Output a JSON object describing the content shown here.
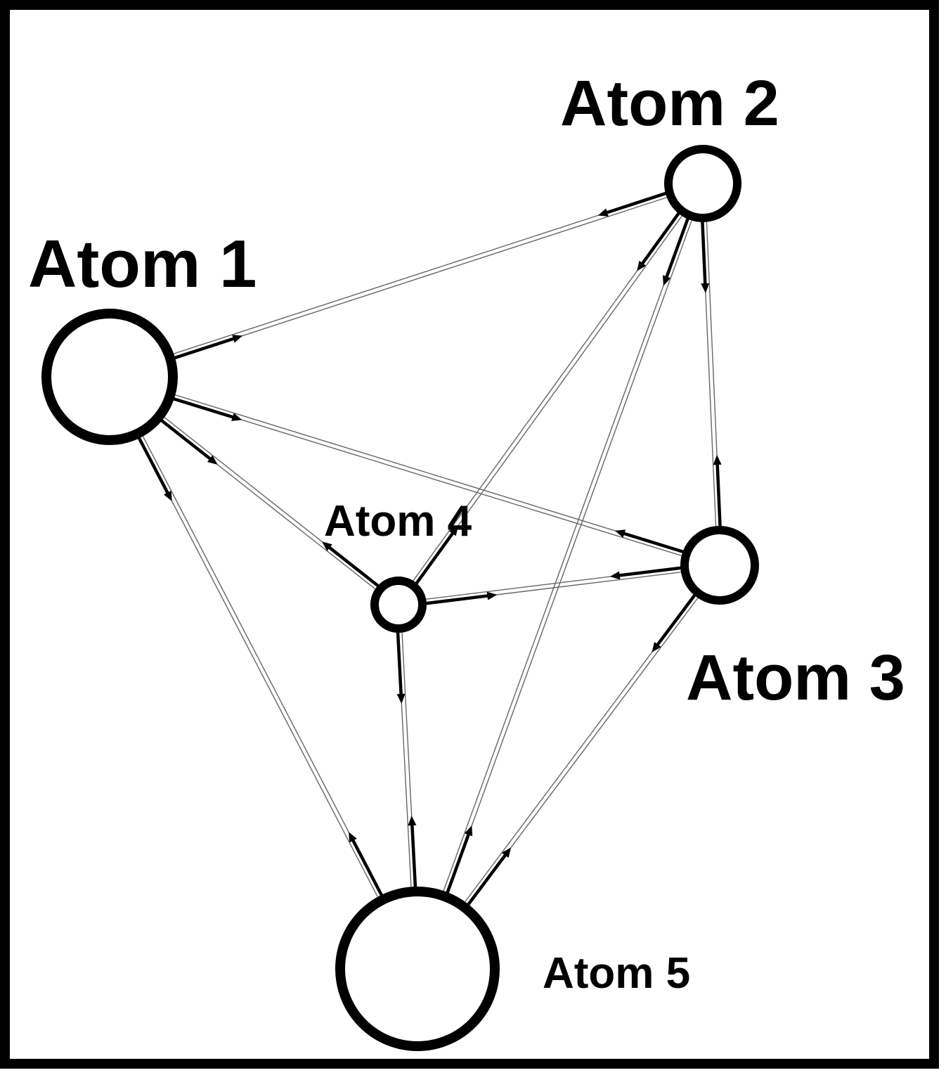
{
  "diagram": {
    "nodes": [
      {
        "id": "n1",
        "label": "Atom 1"
      },
      {
        "id": "n2",
        "label": "Atom 2"
      },
      {
        "id": "n3",
        "label": "Atom 3"
      },
      {
        "id": "n4",
        "label": "Atom 4"
      },
      {
        "id": "n5",
        "label": "Atom 5"
      }
    ],
    "edges": [
      {
        "from": "n1",
        "to": "n2"
      },
      {
        "from": "n2",
        "to": "n1"
      },
      {
        "from": "n1",
        "to": "n3"
      },
      {
        "from": "n3",
        "to": "n1"
      },
      {
        "from": "n1",
        "to": "n4"
      },
      {
        "from": "n4",
        "to": "n1"
      },
      {
        "from": "n1",
        "to": "n5"
      },
      {
        "from": "n5",
        "to": "n1"
      },
      {
        "from": "n2",
        "to": "n3"
      },
      {
        "from": "n3",
        "to": "n2"
      },
      {
        "from": "n2",
        "to": "n4"
      },
      {
        "from": "n4",
        "to": "n2"
      },
      {
        "from": "n2",
        "to": "n5"
      },
      {
        "from": "n5",
        "to": "n2"
      },
      {
        "from": "n3",
        "to": "n4"
      },
      {
        "from": "n4",
        "to": "n3"
      },
      {
        "from": "n3",
        "to": "n5"
      },
      {
        "from": "n5",
        "to": "n3"
      },
      {
        "from": "n4",
        "to": "n5"
      },
      {
        "from": "n5",
        "to": "n4"
      }
    ]
  }
}
